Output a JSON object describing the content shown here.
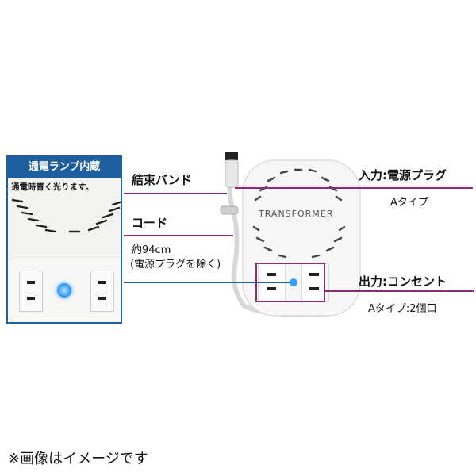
{
  "zoom": {
    "title": "通電ランプ内蔵",
    "subtitle": "通電時青く光ります。"
  },
  "device": {
    "brand": "TRANSFORMER"
  },
  "labels": {
    "band": "結束バンド",
    "cord": "コード",
    "cord_length": "約94cm",
    "cord_note": "(電源プラグを除く)",
    "input": "入力:電源プラグ",
    "input_type": "Aタイプ",
    "output": "出力:コンセント",
    "output_type": "Aタイプ:2個口"
  },
  "footer": {
    "note": "※画像はイメージです"
  },
  "colors": {
    "accent_line": "#8e2a73",
    "panel_blue": "#1f5e9c",
    "lamp_blue": "#3aa0ff"
  }
}
